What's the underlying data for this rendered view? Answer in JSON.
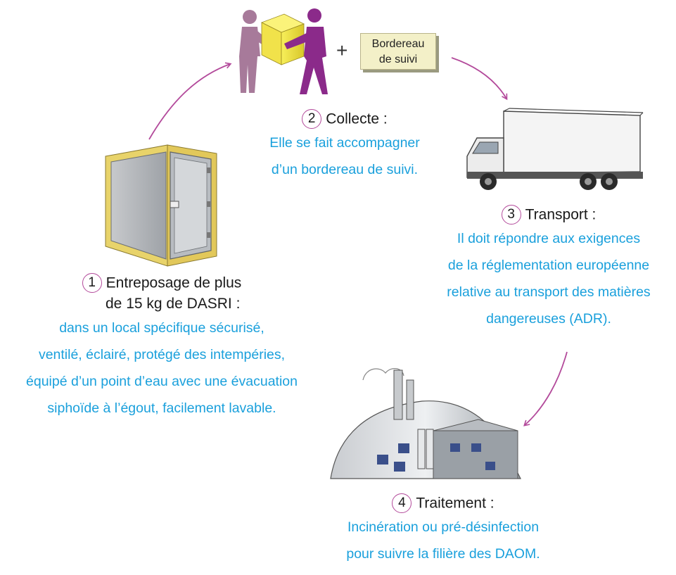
{
  "colors": {
    "accent": "#b34a9b",
    "text_blue": "#1aa0dc",
    "box_yellow": "#f3f0c8"
  },
  "bordereau": {
    "line1": "Bordereau",
    "line2": "de suivi"
  },
  "plus_sign": "+",
  "steps": [
    {
      "number": "1",
      "heading": "Entreposage de plus",
      "heading_line2": "de 15 kg de DASRI :",
      "description": [
        "dans un local spécifique sécurisé,",
        "ventilé, éclairé, protégé des intempéries,",
        "équipé d’un point d’eau avec une évacuation",
        "siphoïde à l’égout, facilement lavable."
      ]
    },
    {
      "number": "2",
      "heading": "Collecte :",
      "description": [
        "Elle se fait accompagner",
        "d’un bordereau de suivi."
      ]
    },
    {
      "number": "3",
      "heading": "Transport :",
      "description": [
        "Il doit répondre aux exigences",
        "de la réglementation européenne",
        "relative au transport des matières",
        "dangereuses (ADR)."
      ]
    },
    {
      "number": "4",
      "heading": "Traitement :",
      "description": [
        "Incinération ou pré-désinfection",
        "pour suivre la filière des DAOM."
      ]
    }
  ]
}
